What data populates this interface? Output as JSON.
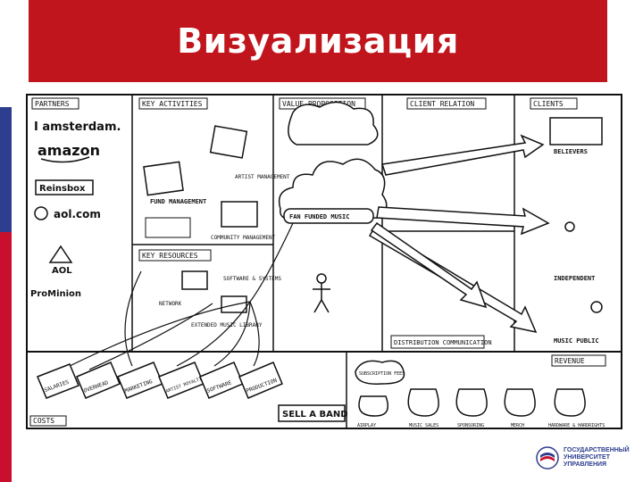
{
  "slide": {
    "title": "Визуализация"
  },
  "canvas": {
    "sections": {
      "partners": "PARTNERS",
      "key_activities": "KEY ACTIVITIES",
      "value_proposition": "VALUE PROPOSITION",
      "client_relation": "CLIENT RELATION",
      "clients": "CLIENTS",
      "key_resources": "KEY RESOURCES",
      "distribution": "DISTRIBUTION COMMUNICATION",
      "revenue": "REVENUE",
      "costs": "COSTS"
    },
    "partners": [
      "I amsterdam.",
      "amazon",
      "Reinsbox",
      "aol.com",
      "AOL",
      "ProMinion"
    ],
    "key_activities": [
      "FUND MANAGEMENT",
      "COMMUNITY MANAGEMENT",
      "ARTIST MANAGEMENT"
    ],
    "value_proposition": "FAN FUNDED MUSIC",
    "key_resources": [
      "SOFTWARE & SYSTEMS",
      "NETWORK",
      "EXTENDED MUSIC LIBRARY"
    ],
    "clients": [
      "BELIEVERS",
      "INDEPENDENT",
      "MUSIC PUBLIC"
    ],
    "revenue": [
      "SUBSCRIPTION FEES",
      "AIRPLAY",
      "MUSIC SALES",
      "SPONSORING",
      "MERCH",
      "HARDWARE & HARDRIGHTS"
    ],
    "costs_tags": [
      "SALARIES",
      "OVERHEAD",
      "MARKETING",
      "ARTIST ROYALTIES",
      "SOFTWARE",
      "PRODUCTION"
    ],
    "brand": "SELL A BAND"
  },
  "logo": {
    "line1": "ГОСУДАРСТВЕННЫЙ",
    "line2": "УНИВЕРСИТЕТ",
    "line3": "УПРАВЛЕНИЯ"
  }
}
